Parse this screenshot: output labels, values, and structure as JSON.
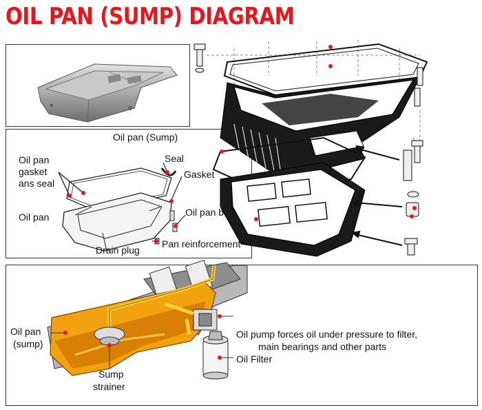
{
  "title": "OIL PAN (SUMP) DIAGRAM",
  "colors": {
    "title": "#e8151b",
    "oil": "#f2a20f",
    "oil_dark": "#c76a00",
    "marker": "#d0121b",
    "ink": "#111111"
  },
  "labels": {
    "oil_pan_sump": "Oil pan (Sump)",
    "oil_pan_gasket_1": "Oil pan",
    "oil_pan_gasket_2": "gasket",
    "oil_pan_gasket_3": "ans seal",
    "seal": "Seal",
    "gasket": "Gasket",
    "oil_pan": "Oil pan",
    "oil_pan_bolt": "Oil pan bolt",
    "drain_plug": "Drain plug",
    "pan_reinforcement": "Pan reinforcement",
    "bottom_oil_pan_1": "Oil pan",
    "bottom_oil_pan_2": "(sump)",
    "sump_strainer_1": "Sump",
    "sump_strainer_2": "strainer",
    "oil_pump_1": "Oil pump forces oil under pressure to filter,",
    "oil_pump_2": "main bearings and other parts",
    "oil_filter": "Oil Filter"
  }
}
